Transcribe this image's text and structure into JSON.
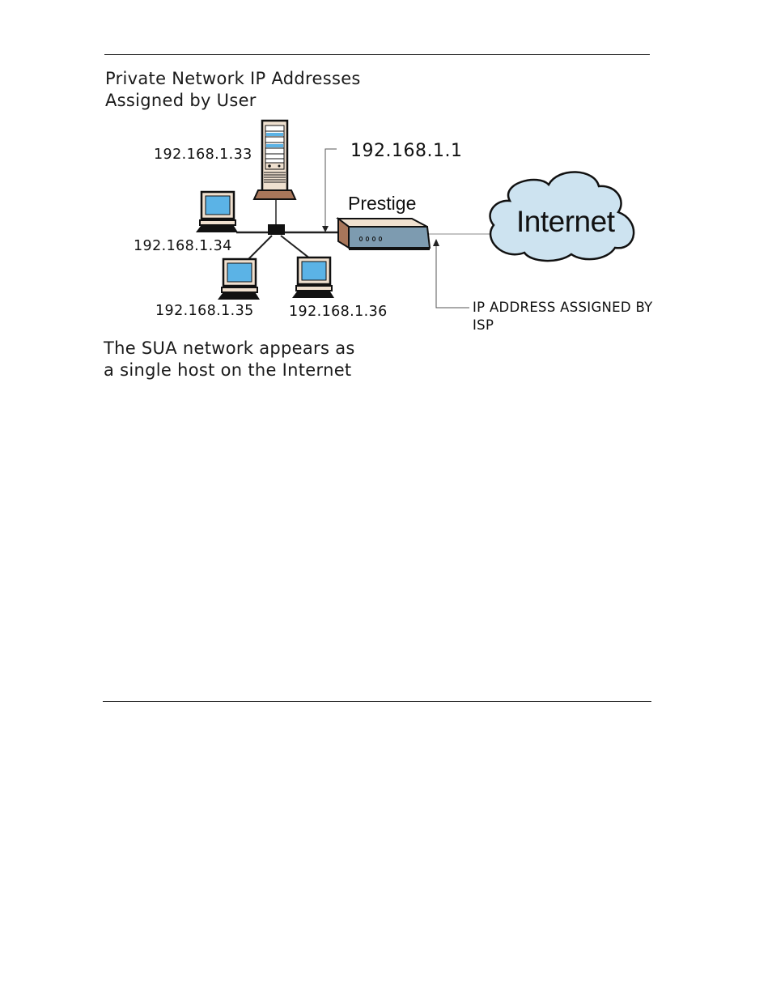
{
  "heading": {
    "line1": "Private Network IP Addresses",
    "line2": "Assigned by User"
  },
  "footer_caption": {
    "line1": "The SUA network appears as",
    "line2": "a single host on the Internet"
  },
  "nodes": {
    "server_ip": "192.168.1.33",
    "pc_left_ip": "192.168.1.34",
    "pc_bottom_left_ip": "192.168.1.35",
    "pc_bottom_right_ip": "192.168.1.36",
    "router_ip": "192.168.1.1",
    "router_label": "Prestige",
    "cloud_label": "Internet",
    "isp_note": "IP ADDRESS ASSIGNED BY ISP"
  },
  "colors": {
    "screen": "#5bb3e6",
    "monitor_body": "#efe0cf",
    "cloud_fill": "#cde3f0",
    "router_front": "#7d9bb0",
    "router_top": "#efe0cf",
    "router_side": "#a8765a"
  }
}
